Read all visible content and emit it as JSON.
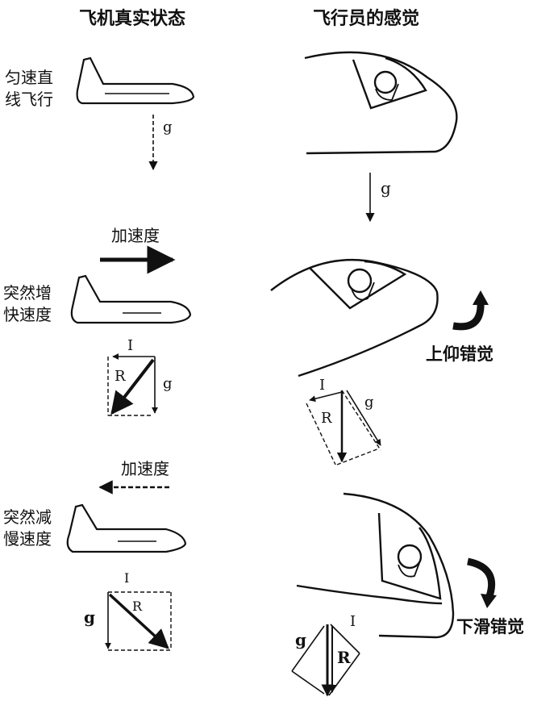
{
  "headers": {
    "left": "飞机真实状态",
    "right": "飞行员的感觉"
  },
  "left": {
    "state1": {
      "line1": "匀速直",
      "line2": "线飞行"
    },
    "gravity_label_1": "g",
    "accel_label_1": "加速度",
    "state2": {
      "line1": "突然增",
      "line2": "快速度"
    },
    "vector2": {
      "i": "I",
      "r": "R",
      "g": "g"
    },
    "accel_label_2": "加速度",
    "state3": {
      "line1": "突然减",
      "line2": "慢速度"
    },
    "vector3": {
      "i": "I",
      "r": "R",
      "g": "g"
    }
  },
  "right": {
    "gravity_label_1": "g",
    "illusion_up": "上仰错觉",
    "vector2": {
      "i": "I",
      "r": "R",
      "g": "g"
    },
    "illusion_down": "下滑错觉",
    "vector3": {
      "i": "I",
      "r": "R",
      "g": "g"
    }
  }
}
